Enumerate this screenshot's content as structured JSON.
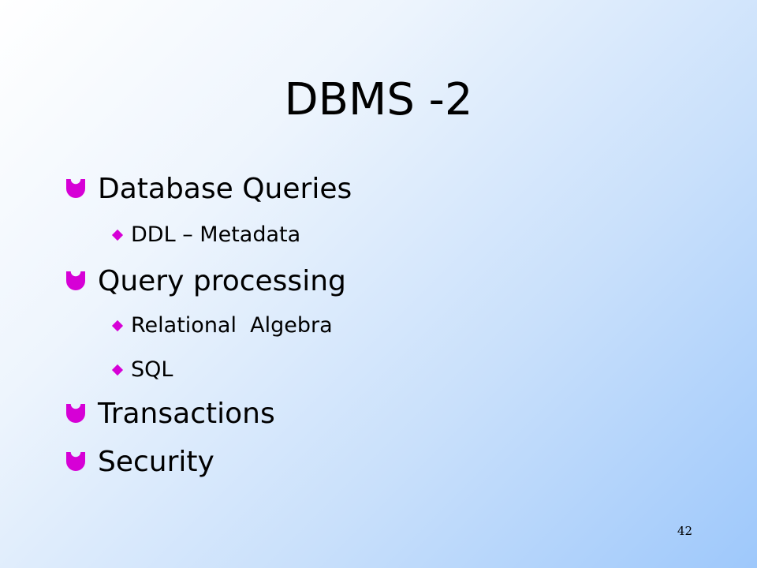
{
  "slide": {
    "title": "DBMS -2",
    "page_number": "42",
    "accent_color": "#d600d6",
    "bullets": [
      {
        "text": "Database Queries",
        "level": 1
      },
      {
        "text": "DDL – Metadata",
        "level": 2
      },
      {
        "text": "Query processing",
        "level": 1
      },
      {
        "text": "Relational  Algebra",
        "level": 2
      },
      {
        "text": "SQL",
        "level": 2
      },
      {
        "text": "Transactions",
        "level": 1
      },
      {
        "text": "Security",
        "level": 1
      }
    ]
  }
}
